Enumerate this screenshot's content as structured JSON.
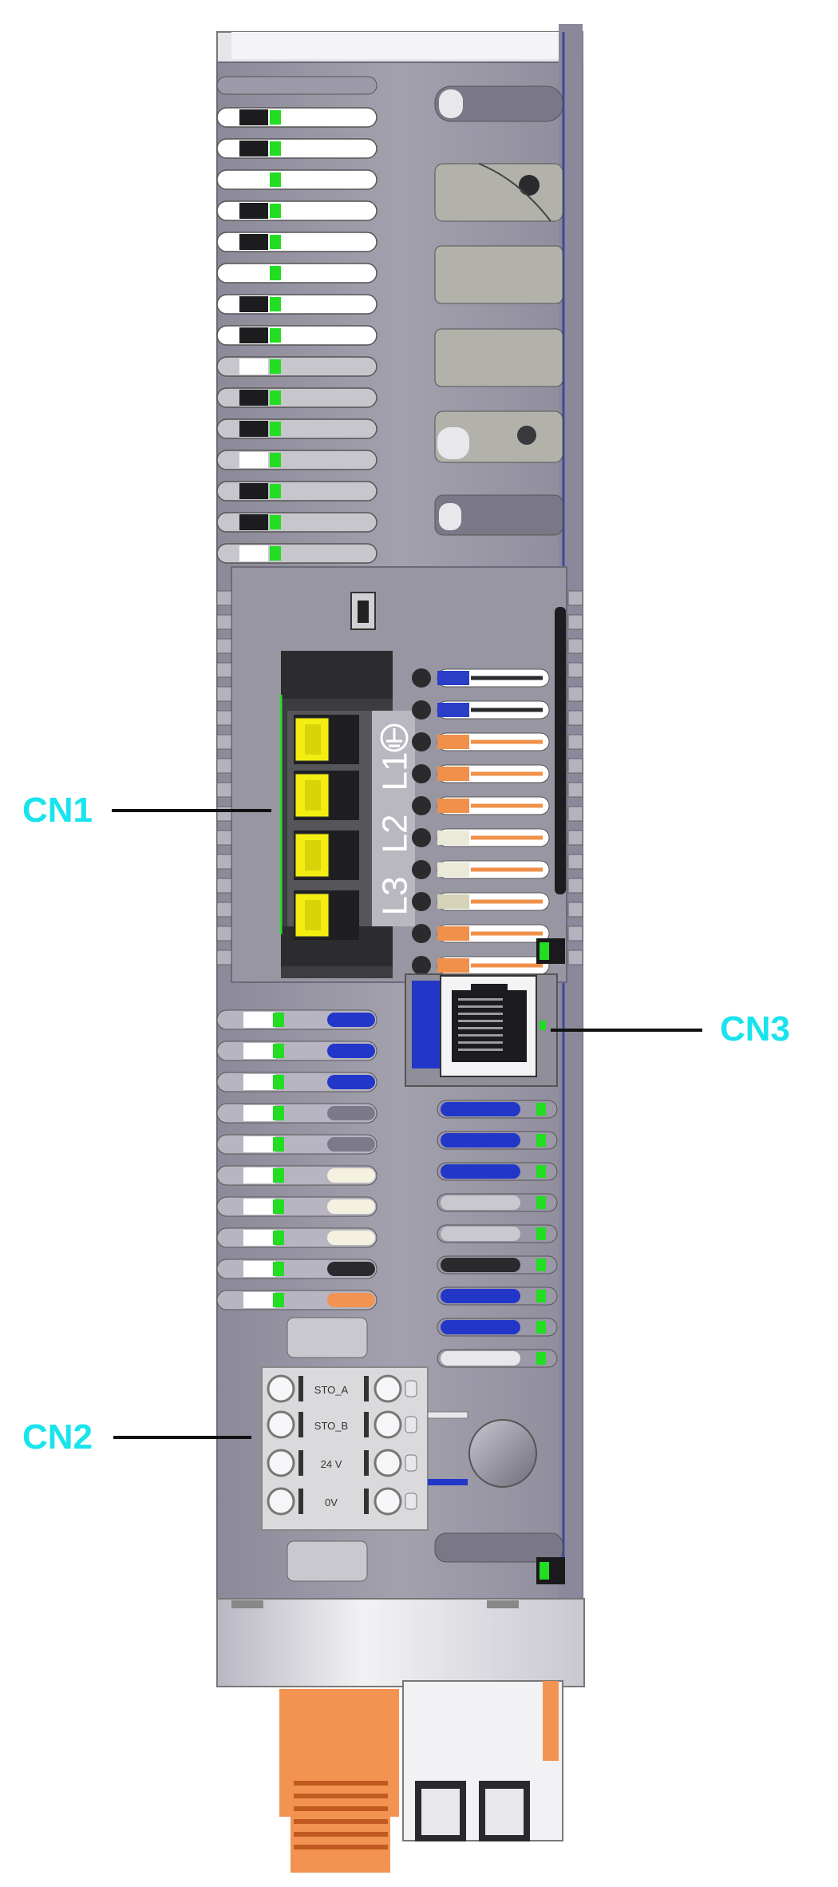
{
  "callouts": {
    "cn1": "CN1",
    "cn2": "CN2",
    "cn3": "CN3"
  },
  "power_terminal_labels": [
    "L3",
    "L2",
    "L1"
  ],
  "io_terminal_labels": [
    "STO_A",
    "STO_B",
    "24 V",
    "0V"
  ],
  "colors": {
    "callout": "#19e3ec",
    "housing": "#9a98a6",
    "led_green": "#22dd22",
    "terminal_yellow": "#f2ee12",
    "connector_blue": "#2a3ec8",
    "connector_orange": "#f0904a"
  }
}
